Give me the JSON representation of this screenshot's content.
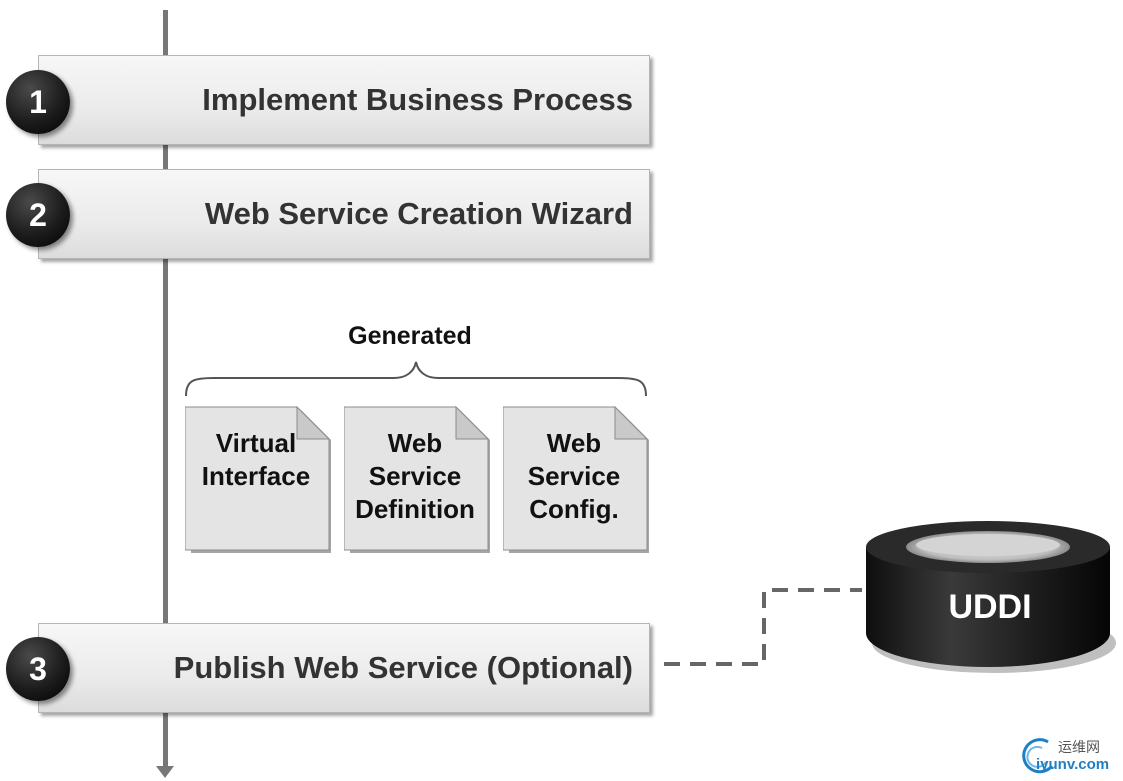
{
  "steps": [
    {
      "number": "1",
      "label": "Implement Business Process"
    },
    {
      "number": "2",
      "label": "Web Service Creation Wizard"
    },
    {
      "number": "3",
      "label": "Publish Web Service (Optional)"
    }
  ],
  "generated": {
    "label": "Generated",
    "documents": [
      {
        "lines": [
          "Virtual",
          "Interface"
        ]
      },
      {
        "lines": [
          "Web",
          "Service",
          "Definition"
        ]
      },
      {
        "lines": [
          "Web",
          "Service",
          "Config."
        ]
      }
    ]
  },
  "uddi": {
    "label": "UDDI"
  },
  "watermark": {
    "top": "运维网",
    "bottom": "iyunv.com"
  },
  "colors": {
    "line": "#777777",
    "circle": "#1c1c1c",
    "bar": "#ebebeb",
    "uddi": "#222222",
    "watermark": "#1f7fc4"
  }
}
